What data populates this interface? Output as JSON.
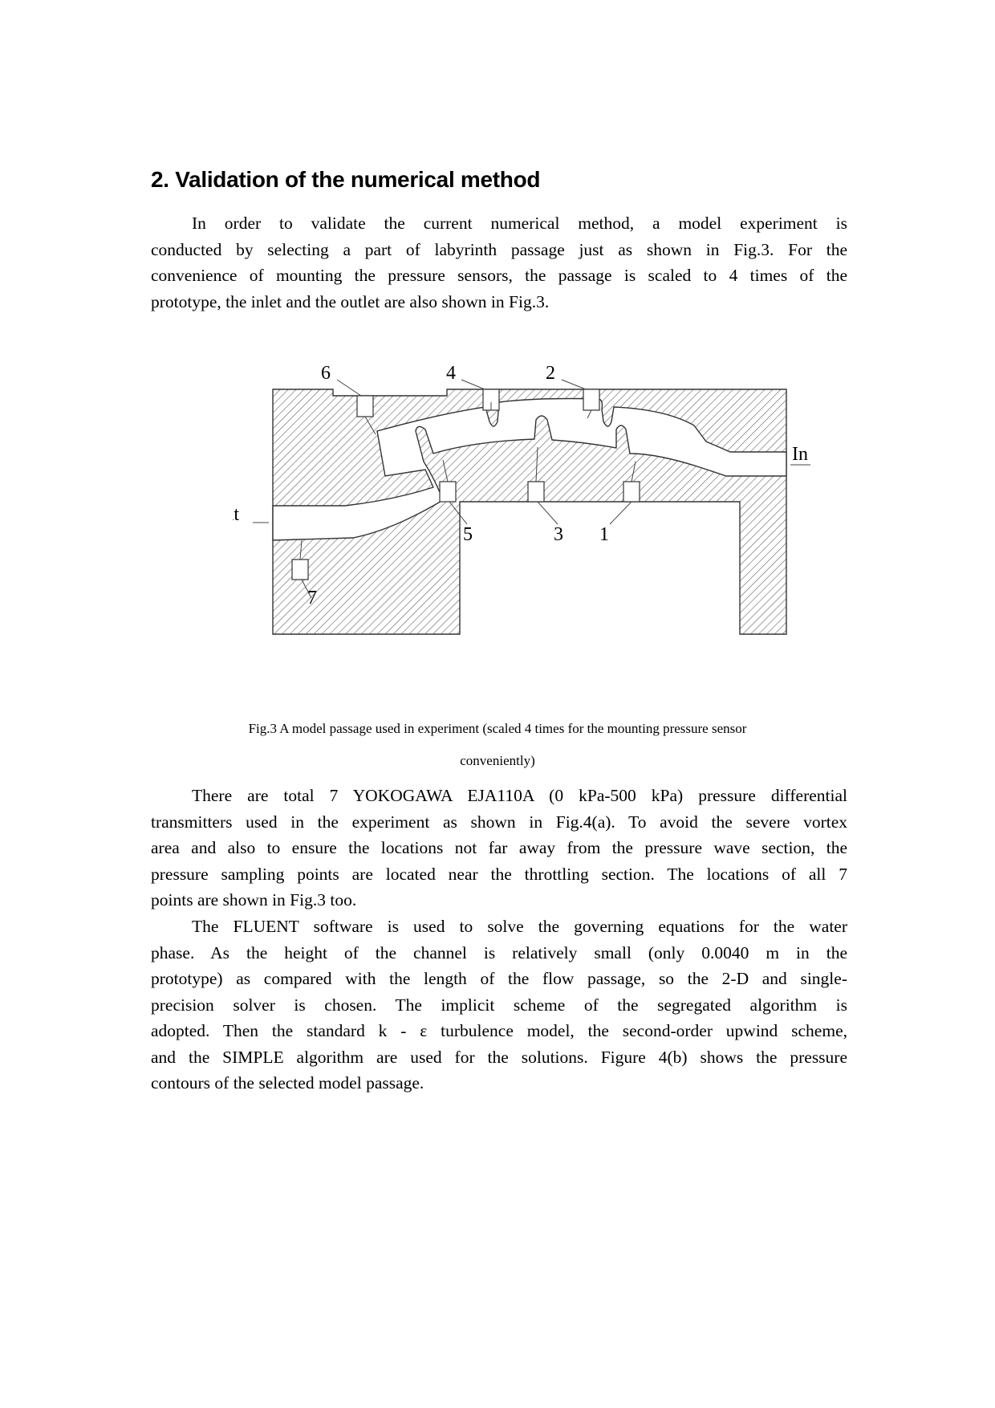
{
  "section": {
    "heading": "2. Validation of the numerical method"
  },
  "paragraphs": [
    {
      "lines": [
        "In order to validate the current numerical method, a model experiment is",
        "conducted by selecting a part of labyrinth passage just as shown in Fig.3. For the",
        "convenience of mounting the pressure sensors, the passage is scaled to 4 times of the",
        "prototype, the inlet and the outlet are also shown in Fig.3."
      ]
    },
    {
      "lines": [
        "There are total 7 YOKOGAWA EJA110A (0 kPa-500 kPa) pressure differential",
        "transmitters used in the experiment as shown in Fig.4(a). To avoid the severe vortex",
        "area and also to ensure the locations not far away from the pressure wave section, the",
        "pressure sampling points are located near the throttling section. The locations of all 7",
        "points are shown in Fig.3 too."
      ]
    },
    {
      "lines": [
        "The FLUENT software is used to solve the governing equations for the water",
        "phase. As the height of the channel is relatively small (only 0.0040 m in the",
        "prototype) as compared with the length of the flow passage, so the 2-D and single-",
        "precision solver is chosen. The implicit scheme of the segregated algorithm is",
        "adopted. Then the standard k - ε turbulence model, the second-order upwind scheme,",
        "and the SIMPLE algorithm are used for the solutions. Figure 4(b) shows the pressure",
        "contours of the selected model passage."
      ]
    }
  ],
  "figure": {
    "labels": {
      "p1": "1",
      "p2": "2",
      "p3": "3",
      "p4": "4",
      "p5": "5",
      "p6": "6",
      "p7": "7",
      "inlet": "In",
      "outlet": "Out"
    },
    "caption_line1": "Fig.3 A model passage used in experiment (scaled 4 times for the mounting pressure sensor",
    "caption_line2": "conveniently)"
  }
}
